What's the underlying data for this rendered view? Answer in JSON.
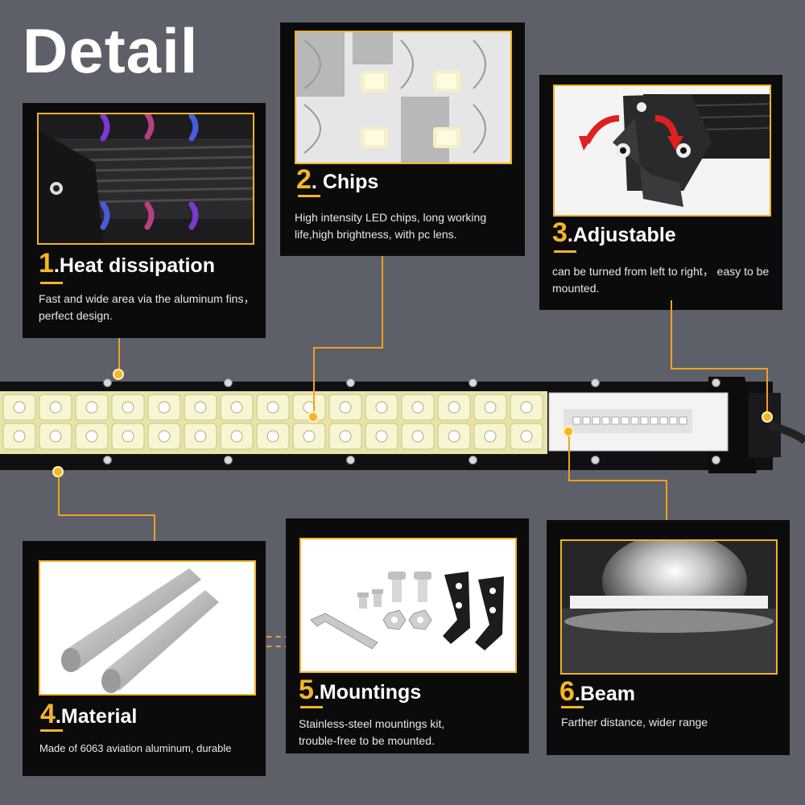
{
  "title": "Detail",
  "features": [
    {
      "number": "1",
      "heading": ".Heat dissipation",
      "description": "Fast and wide area via the aluminum fins， perfect design."
    },
    {
      "number": "2",
      "heading": ". Chips",
      "description": "High intensity LED chips, long working life,high brightness, with pc lens."
    },
    {
      "number": "3",
      "heading": ".Adjustable",
      "description": "can be turned from left to right， easy to be mounted."
    },
    {
      "number": "4",
      "heading": ".Material",
      "description": "Made of 6063 aviation aluminum, durable"
    },
    {
      "number": "5",
      "heading": ".Mountings",
      "description": "Stainless-steel mountings kit, trouble-free to be mounted."
    },
    {
      "number": "6",
      "heading": ".Beam",
      "description": "Farther distance, wider range"
    }
  ],
  "colors": {
    "accent": "#f5b526",
    "card": "#0b0b0c",
    "background": "#5d6068"
  }
}
